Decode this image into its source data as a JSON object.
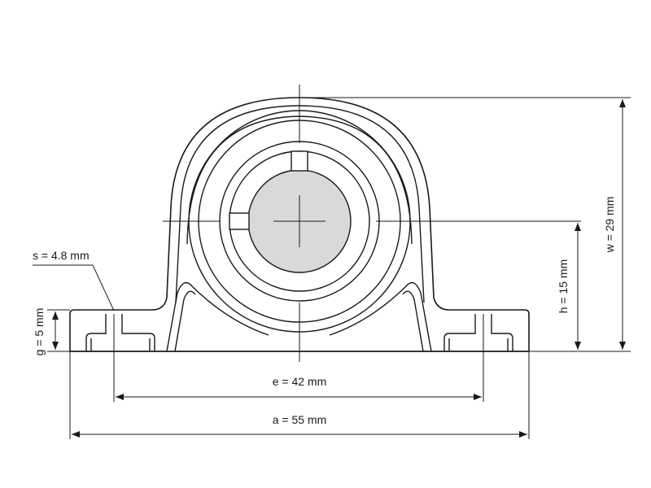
{
  "drawing": {
    "dimensions": {
      "s": "s = 4.8 mm",
      "g": "g = 5 mm",
      "h": "h = 15 mm",
      "w": "w = 29 mm",
      "e": "e = 42 mm",
      "a": "a = 55 mm"
    },
    "colors": {
      "line": "#1a1a1a",
      "shaft_fill": "#d9d9d9",
      "background": "#ffffff"
    }
  }
}
